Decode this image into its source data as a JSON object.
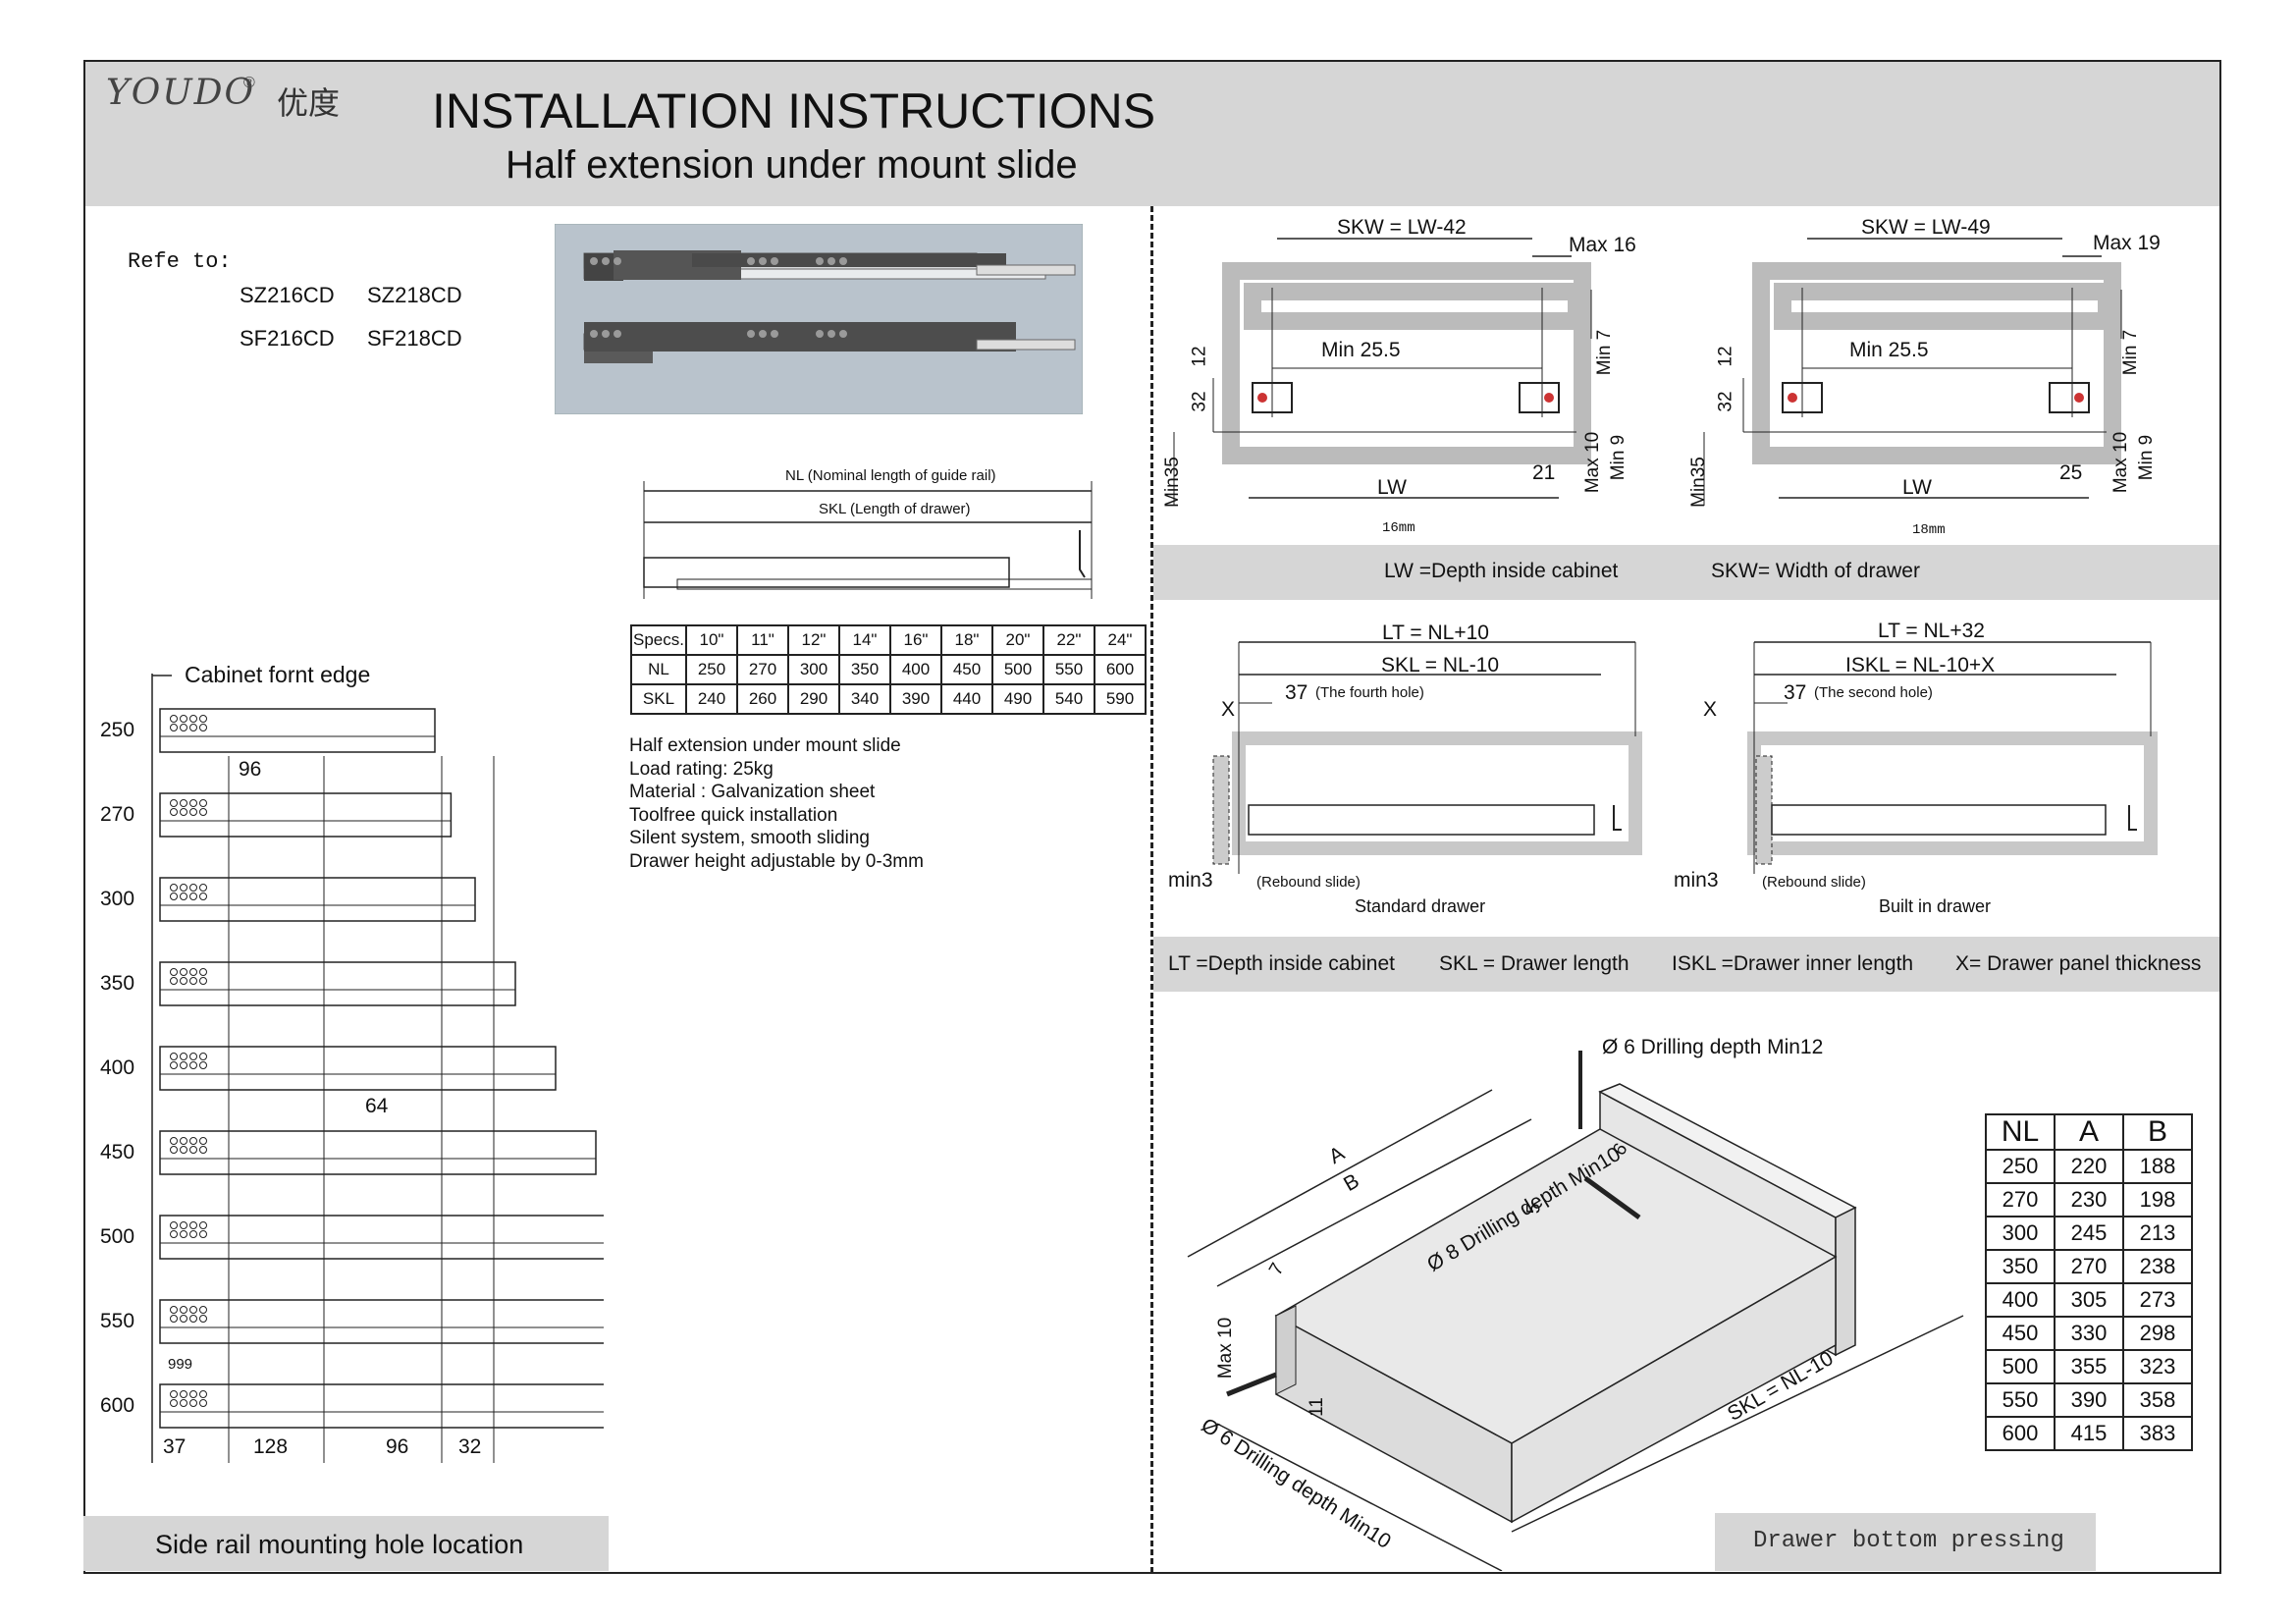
{
  "header": {
    "logo": "YOUDO",
    "logo_cn": "优度",
    "title": "INSTALLATION INSTRUCTIONS",
    "subtitle": "Half extension under mount slide"
  },
  "refer": {
    "label": "Refe to:",
    "models": [
      "SZ216CD",
      "SZ218CD",
      "SF216CD",
      "SF218CD"
    ]
  },
  "slide_diagram": {
    "nl_label": "NL (Nominal length of guide rail)",
    "skl_label": "SKL (Length of drawer)"
  },
  "spec_table": {
    "rows": [
      [
        "Specs.",
        "10\"",
        "11\"",
        "12\"",
        "14\"",
        "16\"",
        "18\"",
        "20\"",
        "22\"",
        "24\""
      ],
      [
        "NL",
        "250",
        "270",
        "300",
        "350",
        "400",
        "450",
        "500",
        "550",
        "600"
      ],
      [
        "SKL",
        "240",
        "260",
        "290",
        "340",
        "390",
        "440",
        "490",
        "540",
        "590"
      ]
    ]
  },
  "features": [
    "Half extension under mount slide",
    "Load rating: 25kg",
    "Material : Galvanization sheet",
    "Toolfree quick installation",
    "Silent system, smooth sliding",
    "Drawer height adjustable by 0-3mm"
  ],
  "hole_location": {
    "edge_label": "Cabinet fornt edge",
    "lengths": [
      "250",
      "270",
      "300",
      "350",
      "400",
      "450",
      "500",
      "550",
      "600"
    ],
    "dim_96": "96",
    "dim_64": "64",
    "dim_999": "999",
    "bottom_dims": [
      "37",
      "128",
      "96",
      "32"
    ],
    "caption": "Side rail mounting hole location"
  },
  "section_16": {
    "skw": "SKW = LW-42",
    "max": "Max 16",
    "min255": "Min 25.5",
    "d12": "12",
    "d32": "32",
    "min35": "Min35",
    "min7": "Min 7",
    "max10": "Max 10",
    "min9": "Min 9",
    "lw": "LW",
    "d21": "21",
    "thickness": "16mm"
  },
  "section_18": {
    "skw": "SKW = LW-49",
    "max": "Max 19",
    "min255": "Min 25.5",
    "d12": "12",
    "d32": "32",
    "min35": "Min35",
    "min7": "Min 7",
    "max10": "Max 10",
    "min9": "Min 9",
    "lw": "LW",
    "d25": "25",
    "thickness": "18mm"
  },
  "legend1": {
    "lw": "LW =Depth inside cabinet",
    "skw": "SKW= Width of drawer"
  },
  "drawer_standard": {
    "lt": "LT = NL+10",
    "skl": "SKL = NL-10",
    "d37": "37",
    "hole": "(The fourth hole)",
    "x": "X",
    "min3": "min3",
    "rebound": "(Rebound slide)",
    "caption": "Standard drawer"
  },
  "drawer_builtin": {
    "lt": "LT = NL+32",
    "iskl": "ISKL = NL-10+X",
    "d37": "37",
    "hole": "(The second hole)",
    "x": "X",
    "min3": "min3",
    "rebound": "(Rebound slide)",
    "caption": "Built in drawer"
  },
  "legend2": {
    "lt": "LT =Depth inside cabinet",
    "skl": "SKL = Drawer length",
    "iskl": "ISKL =Drawer inner length",
    "x": "X= Drawer panel thickness"
  },
  "iso": {
    "drill_top": "Ø 6 Drilling depth  Min12",
    "drill_8": "Ø 8 Drilling depth  Min10",
    "drill_bottom": "Ø 6 Drilling depth  Min10",
    "a": "A",
    "b": "B",
    "d5": "5",
    "d6": "6",
    "d7": "7",
    "max10": "Max 10",
    "d11": "11",
    "skl": "SKL = NL-10",
    "caption": "Drawer bottom pressing"
  },
  "nab_table": {
    "rows": [
      [
        "NL",
        "A",
        "B"
      ],
      [
        "250",
        "220",
        "188"
      ],
      [
        "270",
        "230",
        "198"
      ],
      [
        "300",
        "245",
        "213"
      ],
      [
        "350",
        "270",
        "238"
      ],
      [
        "400",
        "305",
        "273"
      ],
      [
        "450",
        "330",
        "298"
      ],
      [
        "500",
        "355",
        "323"
      ],
      [
        "550",
        "390",
        "358"
      ],
      [
        "600",
        "415",
        "383"
      ]
    ]
  }
}
